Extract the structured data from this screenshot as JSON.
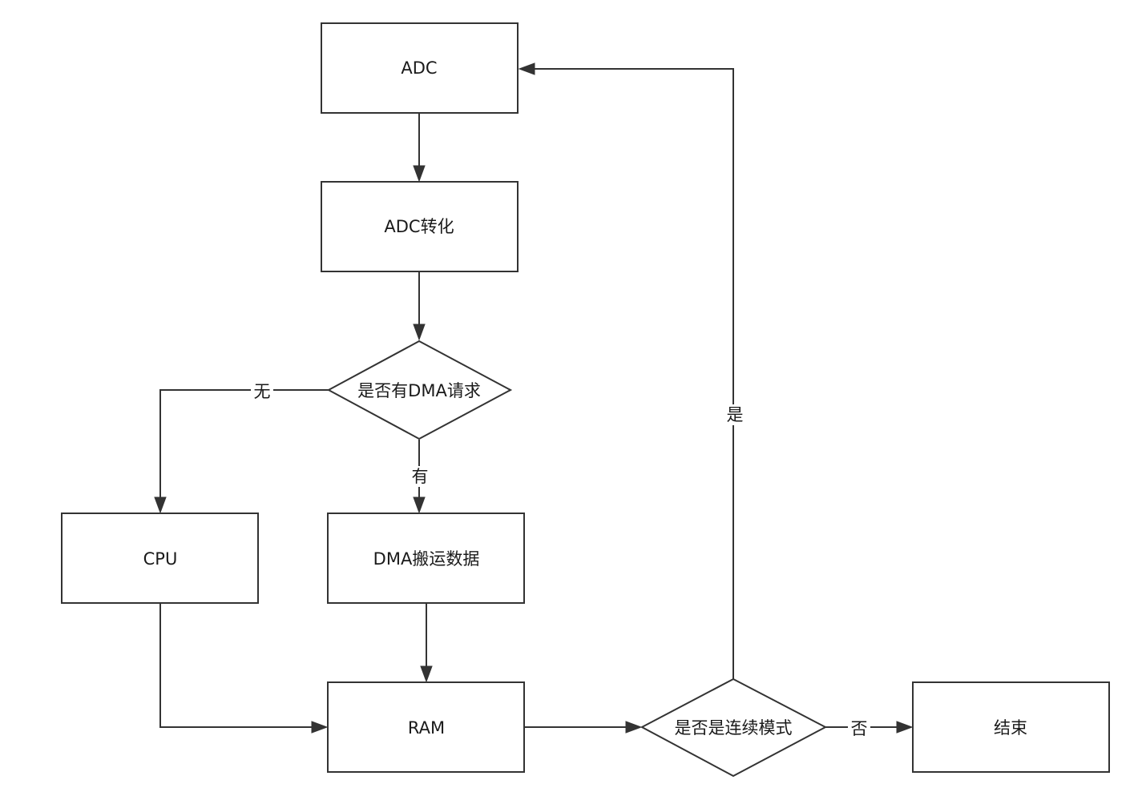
{
  "nodes": {
    "adc": {
      "label": "ADC"
    },
    "adc_convert": {
      "label": "ADC转化"
    },
    "dma_request": {
      "label": "是否有DMA请求"
    },
    "cpu": {
      "label": "CPU"
    },
    "dma_transfer": {
      "label": "DMA搬运数据"
    },
    "ram": {
      "label": "RAM"
    },
    "continuous_mode": {
      "label": "是否是连续模式"
    },
    "end": {
      "label": "结束"
    }
  },
  "edges": {
    "no_dma": {
      "label": "无"
    },
    "has_dma": {
      "label": "有"
    },
    "continuous_yes": {
      "label": "是"
    },
    "continuous_no": {
      "label": "否"
    }
  },
  "colors": {
    "stroke": "#333333",
    "text": "#1a1a1a",
    "background": "#ffffff"
  }
}
